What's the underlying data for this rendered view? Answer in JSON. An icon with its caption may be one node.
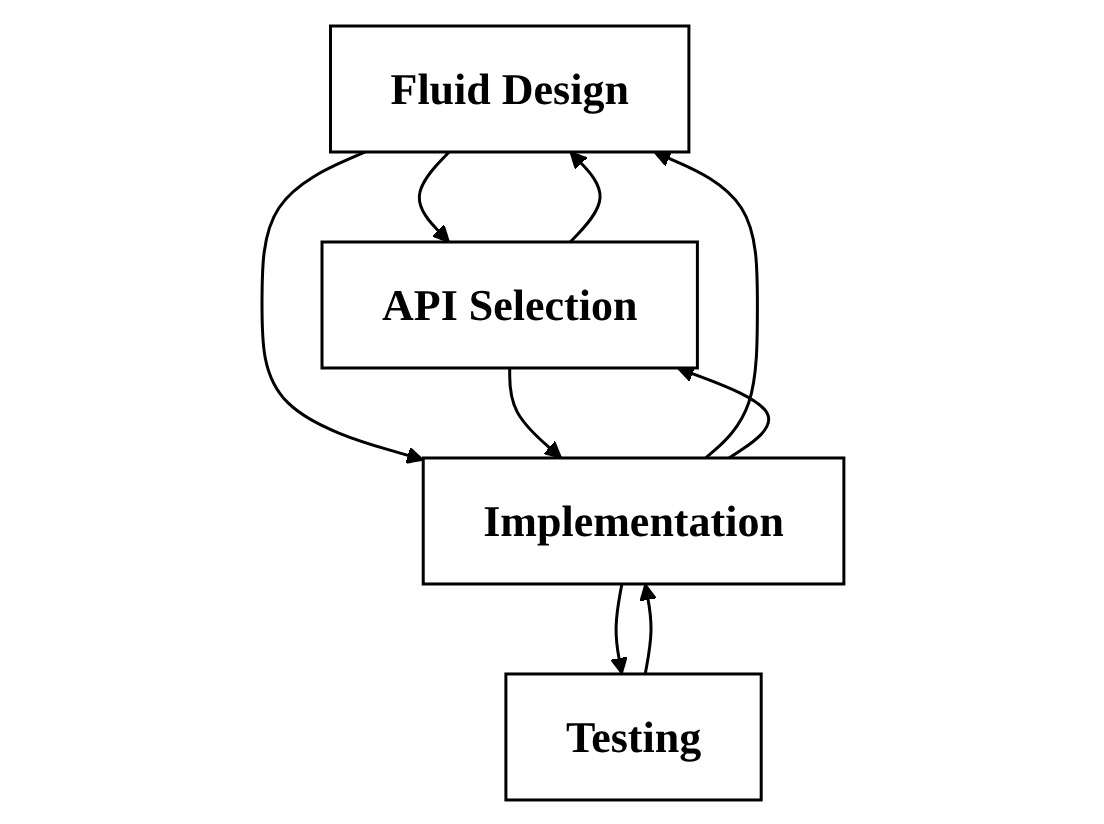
{
  "diagram": {
    "nodes": [
      {
        "text": [
          "Fluid Design"
        ]
      },
      {
        "text": [
          "API Selection"
        ]
      },
      {
        "text": [
          "Implementation"
        ]
      },
      {
        "text": [
          "Testing"
        ]
      }
    ],
    "edges": [
      {
        "from": 0,
        "to": 1,
        "arrow": "to"
      },
      {
        "from": 1,
        "to": 0,
        "arrow": "to"
      },
      {
        "from": 2,
        "to": 0,
        "arrow": "to"
      },
      {
        "from": 0,
        "to": 2,
        "arrow": "to"
      },
      {
        "from": 1,
        "to": 2,
        "arrow": "to"
      },
      {
        "from": 2,
        "to": 1,
        "arrow": "to"
      },
      {
        "from": 2,
        "to": 3,
        "arrow": "to"
      },
      {
        "from": 3,
        "to": 2,
        "arrow": "to"
      }
    ]
  }
}
